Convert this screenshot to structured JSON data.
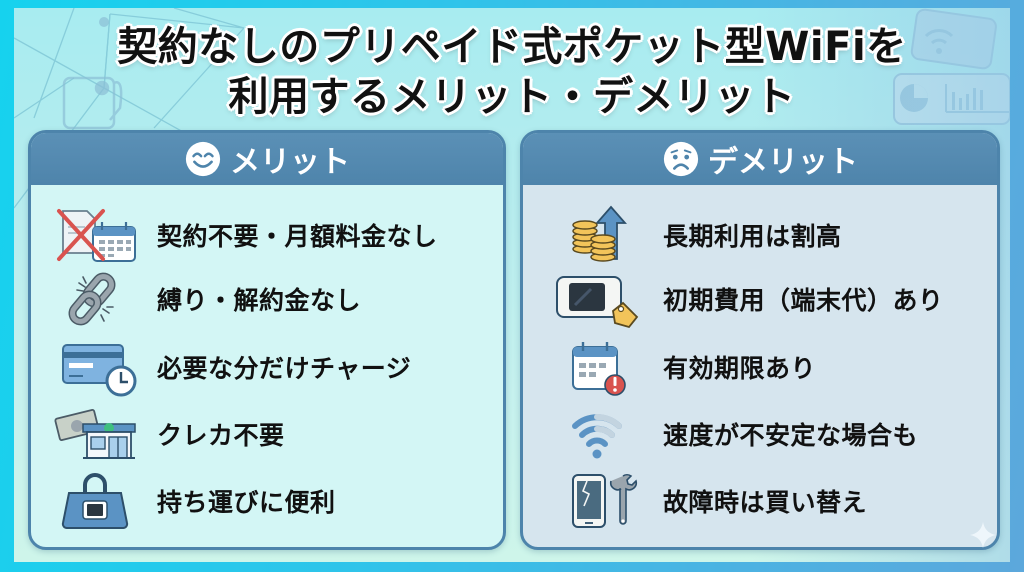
{
  "title": {
    "line1": "契約なしのプリペイド式ポケット型WiFiを",
    "line2": "利用するメリット・デメリット"
  },
  "colors": {
    "frame_left": "#16d2ee",
    "frame_right": "#5ca8dc",
    "panel_header": "#4e84ab",
    "merit_body": "#d3f6f5",
    "demerit_body": "#d6e5ee",
    "title_text": "#111111"
  },
  "merits": {
    "header": "メリット",
    "header_icon": "smiling-face-icon",
    "items": [
      {
        "label": "契約不要・月額料金なし",
        "icon": "no-contract-calendar-icon"
      },
      {
        "label": "縛り・解約金なし",
        "icon": "broken-chain-icon"
      },
      {
        "label": "必要な分だけチャージ",
        "icon": "card-clock-icon"
      },
      {
        "label": "クレカ不要",
        "icon": "cash-convenience-store-icon"
      },
      {
        "label": "持ち運びに便利",
        "icon": "bag-router-icon"
      }
    ]
  },
  "demerits": {
    "header": "デメリット",
    "header_icon": "worried-face-icon",
    "items": [
      {
        "label": "長期利用は割高",
        "icon": "coins-up-arrow-icon"
      },
      {
        "label": "初期費用（端末代）あり",
        "icon": "router-price-tag-icon"
      },
      {
        "label": "有効期限あり",
        "icon": "calendar-alert-icon"
      },
      {
        "label": "速度が不安定な場合も",
        "icon": "wifi-signal-icon"
      },
      {
        "label": "故障時は買い替え",
        "icon": "broken-device-wrench-icon"
      }
    ]
  }
}
